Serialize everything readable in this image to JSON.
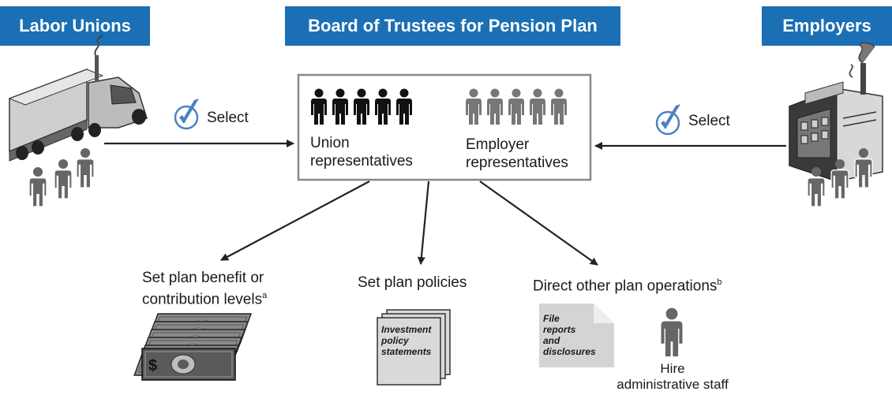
{
  "headers": {
    "left": "Labor Unions",
    "center": "Board of Trustees for Pension Plan",
    "right": "Employers"
  },
  "select_label": "Select",
  "board": {
    "union_label_line1": "Union",
    "union_label_line2": "representatives",
    "employer_label_line1": "Employer",
    "employer_label_line2": "representatives"
  },
  "outcomes": {
    "benefit_line1": "Set plan benefit or",
    "benefit_line2": "contribution levels",
    "benefit_note": "a",
    "policies": "Set plan policies",
    "operations": "Direct other plan operations",
    "operations_note": "b"
  },
  "documents": {
    "investment": [
      "Investment",
      "policy",
      "statements"
    ],
    "reports": [
      "File",
      "reports",
      "and",
      "disclosures"
    ]
  },
  "hire": {
    "line1": "Hire",
    "line2": "administrative staff"
  },
  "colors": {
    "header_bg": "#1a6fb5",
    "check": "#4d80c4",
    "union_figure": "#111111",
    "employer_figure": "#777777"
  }
}
